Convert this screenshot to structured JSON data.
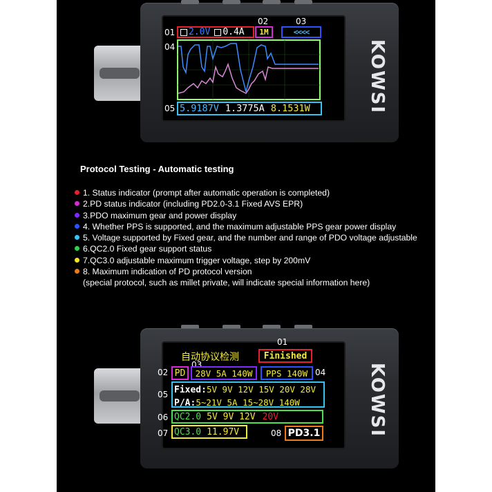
{
  "top_device": {
    "brand": "KOWSI",
    "callouts": [
      "01",
      "02",
      "03",
      "04",
      "05"
    ],
    "status_voltage": "2.0V",
    "status_current": "0.4A",
    "pd_status": "1M",
    "pps_arrows": "<<<<",
    "readings": {
      "voltage": "5.9187V",
      "current": "1.3775A",
      "power": "8.1531W"
    }
  },
  "heading": "Protocol Testing - Automatic testing",
  "items": [
    {
      "text": "1. Status indicator (prompt after automatic operation is completed)",
      "color": "#e8202a"
    },
    {
      "text": "2.PD status indicator (including PD2.0-3.1 Fixed AVS EPR)",
      "color": "#d62ad6"
    },
    {
      "text": "3.PDO maximum gear and power display",
      "color": "#7a2cff"
    },
    {
      "text": "4. Whether PPS is supported, and the maximum adjustable PPS gear power display",
      "color": "#2c52ff"
    },
    {
      "text": "5. Voltage supported by Fixed gear, and the number and range of PDO voltage adjustable",
      "color": "#39c3f2"
    },
    {
      "text": "6.QC2.0 Fixed gear support status",
      "color": "#2fd24a"
    },
    {
      "text": "7.QC3.0 adjustable maximum trigger voltage, step by 200mV",
      "color": "#f5e61c"
    },
    {
      "text": "8. Maximum indication of PD protocol version",
      "color": "#f07a1a"
    },
    {
      "text": "(special protocol, such as millet private, will indicate special information here)",
      "color": ""
    }
  ],
  "bottom_device": {
    "brand": "KOWSI",
    "callouts": [
      "01",
      "02",
      "03",
      "04",
      "05",
      "06",
      "07",
      "08"
    ],
    "title_cn": "自动协议检测",
    "finished": "Finished",
    "pd_label": "PD",
    "pdo_max": "28V 5A 140W",
    "pps": "PPS  140W",
    "fixed_label": "Fixed:",
    "fixed_values": "5V 9V 12V 15V 20V 28V",
    "pa_label": "P/A:",
    "pa_values": "5~21V 5A 15~28V 140W",
    "qc2_label": "QC2.0",
    "qc2_values": "5V  9V  12V",
    "qc2_extra": "20V",
    "qc3_label": "QC3.0",
    "qc3_value": "11.97V",
    "pd_version": "PD3.1"
  },
  "colors": {
    "graph_blue": "#3f8cff",
    "graph_pink": "#d98ad6",
    "grid_green": "#8cff6a",
    "screen_yellow": "#f2e93a",
    "screen_green": "#4de04a",
    "screen_red": "#e8202a"
  }
}
